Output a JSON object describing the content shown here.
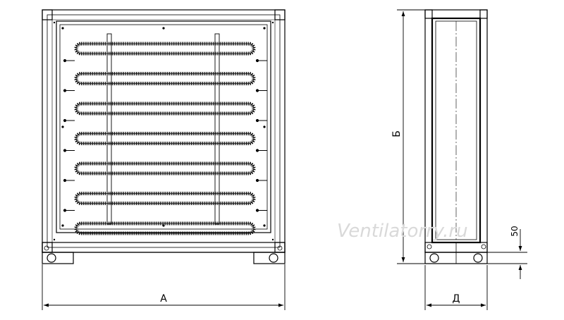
{
  "labels": {
    "width": "А",
    "height": "Б",
    "depth": "Д",
    "offset": "50"
  },
  "watermark": "Ventilatorry.ru",
  "heater": {
    "element_loops": 7
  },
  "colors": {
    "line": "#000000",
    "watermark": "#d9d9d9",
    "background": "#ffffff"
  }
}
